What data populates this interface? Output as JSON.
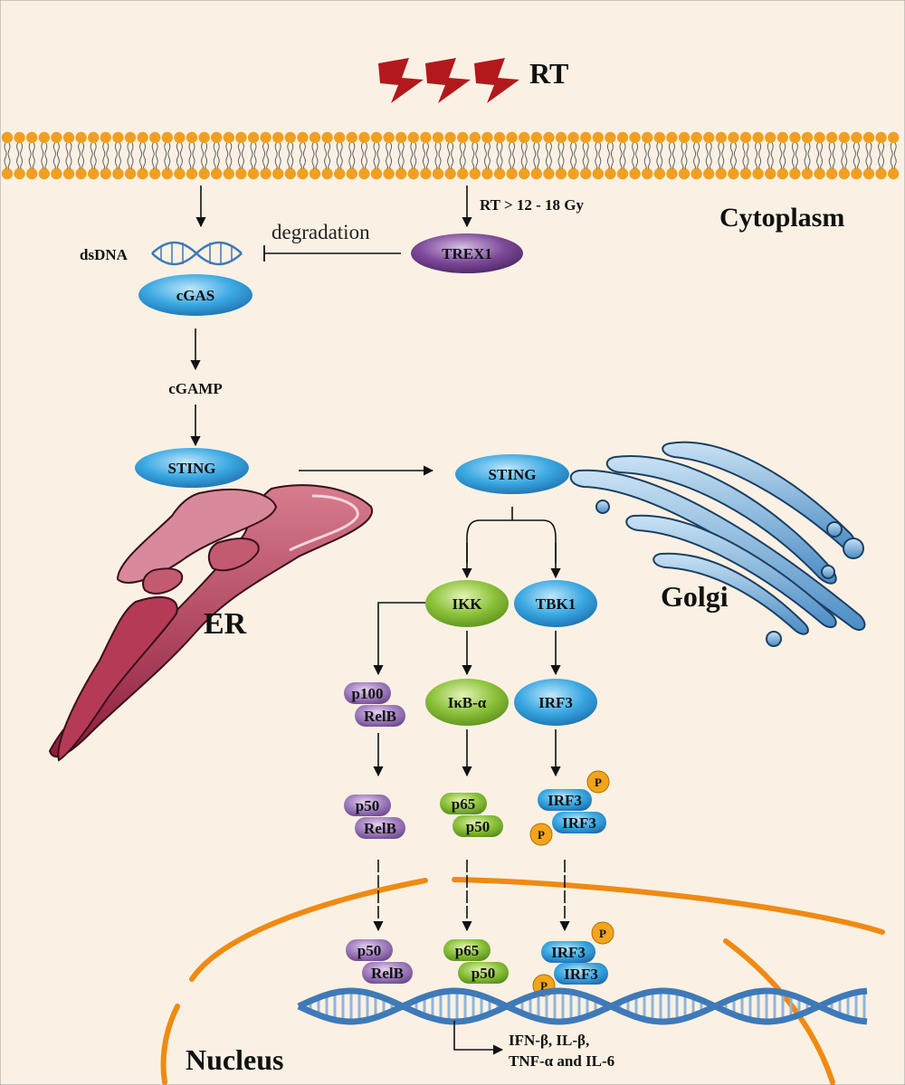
{
  "labels": {
    "rt": "RT",
    "cytoplasm": "Cytoplasm",
    "dose": "RT > 12 - 18 Gy",
    "degradation": "degradation",
    "dsdna": "dsDNA",
    "cgamp": "cGAMP",
    "er": "ER",
    "golgi": "Golgi",
    "nucleus": "Nucleus",
    "output_line1": "IFN-β, IL-β,",
    "output_line2": "TNF-α and IL-6"
  },
  "nodes": {
    "trex1": "TREX1",
    "cgas": "cGAS",
    "sting_er": "STING",
    "sting_golgi": "STING",
    "ikk": "IKK",
    "tbk1": "TBK1",
    "ikba": "IκB-α",
    "irf3": "IRF3"
  },
  "complexes": {
    "p100_relb": {
      "top": "p100",
      "bottom": "RelB"
    },
    "p50_relb": {
      "top": "p50",
      "bottom": "RelB"
    },
    "p65_p50": {
      "top": "p65",
      "bottom": "p50"
    },
    "irf3_dimer": {
      "top": "IRF3",
      "bottom": "IRF3",
      "phospho": "P"
    },
    "nuc_p50_relb": {
      "top": "p50",
      "bottom": "RelB"
    },
    "nuc_p65_p50": {
      "top": "p65",
      "bottom": "p50"
    },
    "nuc_irf3_dimer": {
      "top": "IRF3",
      "bottom": "IRF3",
      "phospho": "P"
    }
  },
  "colors": {
    "background": "#faf1e4",
    "membrane": "#f0a020",
    "lightning": "#b3191c",
    "blue_node": "#3aa8e2",
    "green_node": "#8cc23a",
    "purple_node": "#9a6fb7",
    "trex1": "#7d4a9a",
    "phospho": "#f2a51a",
    "er": "#9b2340",
    "golgi": "#6aa5d4",
    "nuclear_envelope": "#ef8a12",
    "dna": "#3f79b8"
  }
}
